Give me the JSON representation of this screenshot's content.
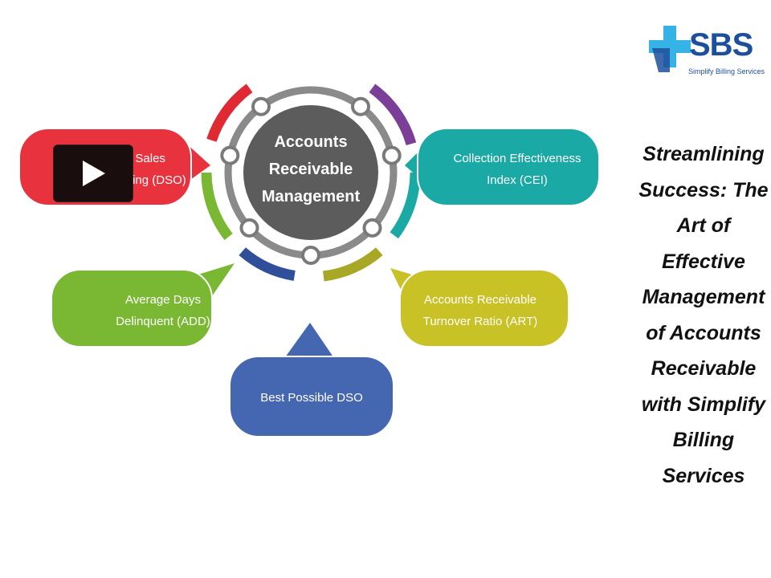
{
  "diagram": {
    "center": {
      "lines": [
        "Accounts",
        "Receivable",
        "Management"
      ]
    },
    "nodes": {
      "dso": {
        "lines": [
          "Days Sales",
          "Outstanding (DSO)"
        ],
        "color": "#e8333f"
      },
      "add": {
        "lines": [
          "Average Days",
          "Delinquent (ADD)"
        ],
        "color": "#7ab834"
      },
      "best": {
        "lines": [
          "Best Possible DSO"
        ],
        "color": "#4566b0"
      },
      "art": {
        "lines": [
          "Accounts Receivable",
          "Turnover Ratio (ART)"
        ],
        "color": "#c8c227"
      },
      "cei": {
        "lines": [
          "Collection Effectiveness",
          "Index (CEI)"
        ],
        "color": "#1aa9a4"
      }
    },
    "arc_colors": {
      "red": "#e02a33",
      "green": "#7ab834",
      "blue": "#2f4f9a",
      "olive": "#a9a826",
      "teal": "#1aa9a4",
      "purple": "#7b3f97"
    },
    "center_color": "#5c5c5c"
  },
  "logo": {
    "text": "SBS",
    "subtitle": "Simplify Billing Services",
    "cross_color": "#35b3e6",
    "text_color": "#1c4f9c"
  },
  "side_title": "Streamlining Success: The Art of Effective Management of Accounts Receivable with Simplify Billing Services",
  "video": {
    "icon": "play-icon"
  }
}
